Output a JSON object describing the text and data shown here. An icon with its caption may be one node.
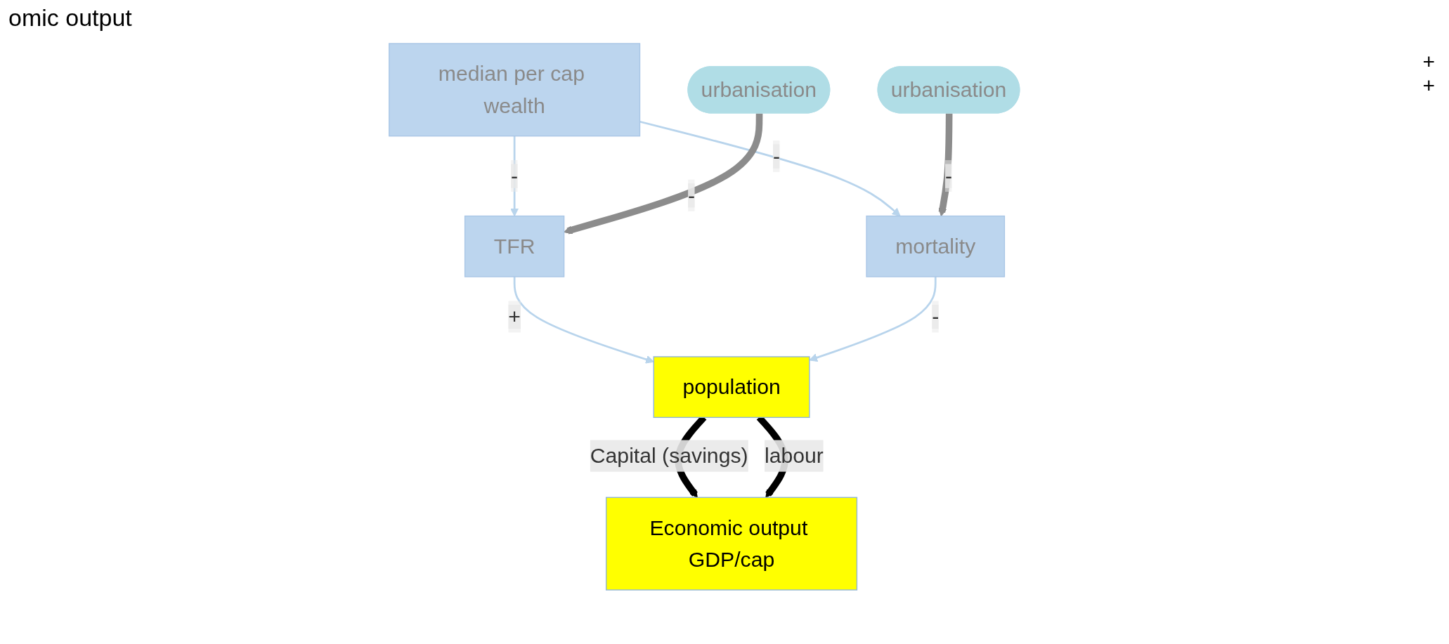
{
  "diagram": {
    "title": "omic output",
    "nodes": [
      {
        "text": [
          "median per cap wealth"
        ]
      },
      {
        "text": [
          "urbanisation"
        ]
      },
      {
        "text": [
          "TFR"
        ]
      },
      {
        "text": [
          "population"
        ]
      },
      {
        "text": [
          "mortality"
        ]
      },
      {
        "text": [
          "urbanisation"
        ]
      },
      {
        "text": [
          "Economic output GDP/cap"
        ]
      }
    ],
    "edges": [
      {
        "from": 0,
        "to": 2,
        "arrow": "to",
        "label": "-"
      },
      {
        "from": 0,
        "to": 4,
        "arrow": "to",
        "label": "-"
      },
      {
        "from": 1,
        "to": 2,
        "arrow": "to",
        "label": "-",
        "style": "thick",
        "color": "#8c8c8c"
      },
      {
        "from": 2,
        "to": 3,
        "arrow": "to",
        "label": "+"
      },
      {
        "from": 4,
        "to": 3,
        "arrow": "to",
        "label": "-"
      },
      {
        "from": 5,
        "to": 4,
        "arrow": "to",
        "label": "-",
        "style": "thick",
        "color": "#8c8c8c"
      },
      {
        "from": 3,
        "to": 6,
        "arrow": "to",
        "label": "Capital (savings)",
        "style": "thick",
        "color": "#000000"
      },
      {
        "from": 3,
        "to": 6,
        "arrow": "to",
        "label": "labour",
        "style": "thick",
        "color": "#000000"
      }
    ],
    "labels": [
      "+",
      "+"
    ]
  }
}
